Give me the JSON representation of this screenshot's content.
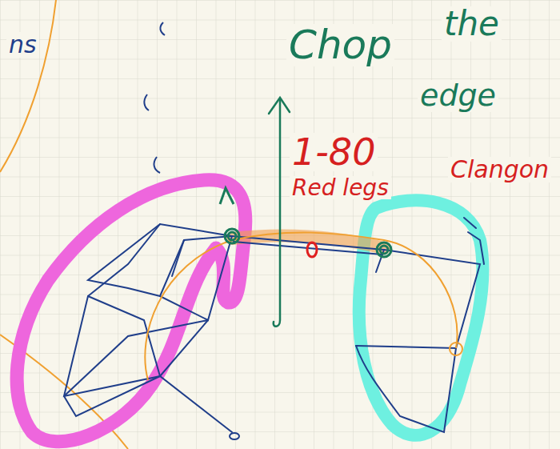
{
  "diagram": {
    "labels": [
      "ns",
      "Chop",
      "the",
      "edge",
      "1-80",
      "Red legs",
      "Clangon"
    ]
  }
}
